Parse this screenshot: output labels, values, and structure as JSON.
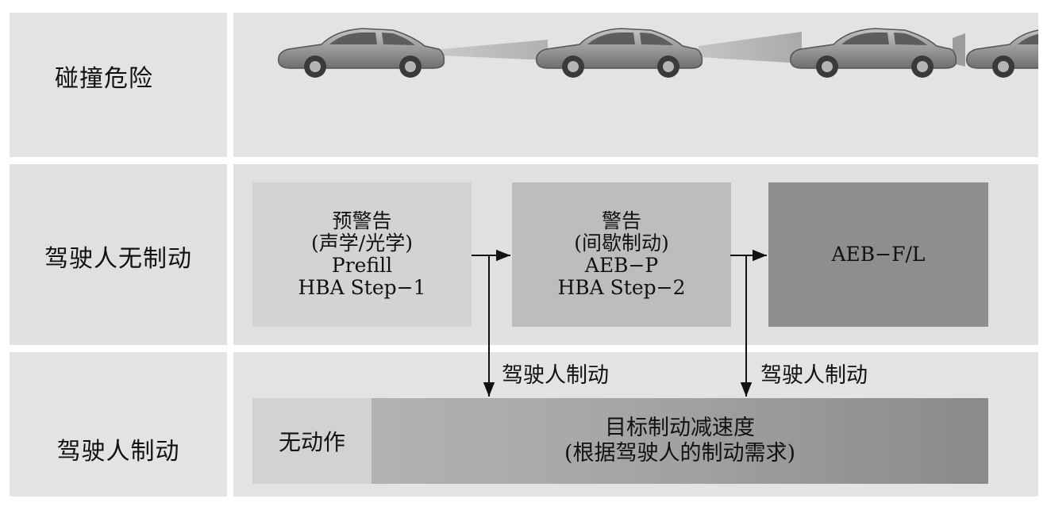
{
  "rows": [
    {
      "label": "碰撞危险"
    },
    {
      "label": "驾驶人无制动"
    },
    {
      "label": "驾驶人制动"
    }
  ],
  "stages": {
    "prewarn": {
      "line1": "预警告",
      "line2": "(声学/光学)",
      "line3": "Prefill",
      "line4": "HBA Step−1"
    },
    "warn": {
      "line1": "警告",
      "line2": "(间歇制动)",
      "line3": "AEB−P",
      "line4": "HBA Step−2"
    },
    "aeb": {
      "line1": "AEB−F/L"
    }
  },
  "driver_brake_label": "驾驶人制动",
  "brake_bar": {
    "no_action": "无动作",
    "target_line1": "目标制动减速度",
    "target_line2": "(根据驾驶人的制动需求)"
  },
  "colors": {
    "row_bg": "#e0e0e0",
    "prewarn_box": "#d3d3d3",
    "warn_box": "#bdbdbd",
    "aeb_box": "#8e8e8e",
    "car_body": "#9a9a9a"
  },
  "icons": [
    "car-icon"
  ]
}
